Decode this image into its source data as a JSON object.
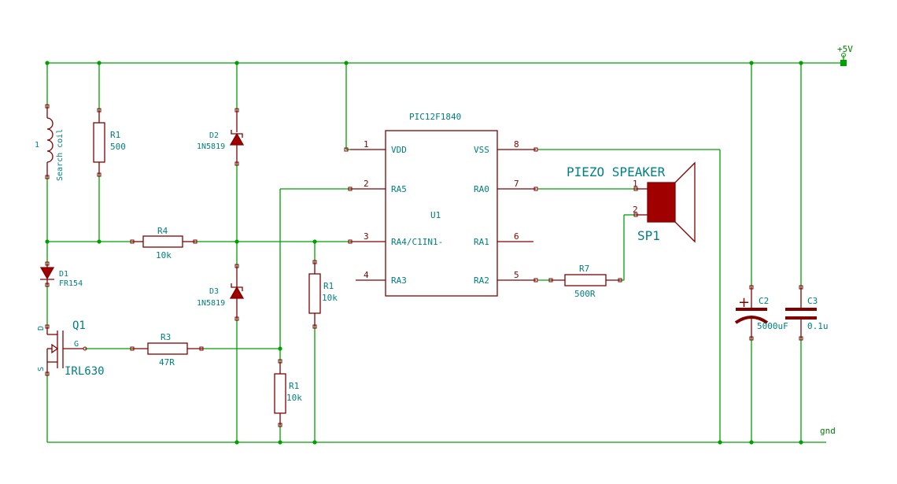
{
  "net_labels": {
    "vcc": "+5V",
    "gnd": "gnd"
  },
  "coil": {
    "ref": "1",
    "value": "Search coil"
  },
  "r1_top": {
    "ref": "R1",
    "value": "500"
  },
  "r4": {
    "ref": "R4",
    "value": "10k"
  },
  "d1": {
    "ref": "D1",
    "value": "FR154"
  },
  "d2": {
    "ref": "D2",
    "value": "1N5819"
  },
  "d3": {
    "ref": "D3",
    "value": "1N5819"
  },
  "q1": {
    "ref": "Q1",
    "value": "IRL630",
    "pin_d": "D",
    "pin_g": "G",
    "pin_s": "S"
  },
  "r3": {
    "ref": "R3",
    "value": "47R"
  },
  "r1_mid": {
    "ref": "R1",
    "value": "10k"
  },
  "r1_low": {
    "ref": "R1",
    "value": "10k"
  },
  "u1": {
    "part": "PIC12F1840",
    "ref": "U1",
    "pins_left": [
      {
        "num": "1",
        "name": "VDD"
      },
      {
        "num": "2",
        "name": "RA5"
      },
      {
        "num": "3",
        "name": "RA4/C1IN1-"
      },
      {
        "num": "4",
        "name": "RA3"
      }
    ],
    "pins_right": [
      {
        "num": "8",
        "name": "VSS"
      },
      {
        "num": "7",
        "name": "RA0"
      },
      {
        "num": "6",
        "name": "RA1"
      },
      {
        "num": "5",
        "name": "RA2"
      }
    ]
  },
  "speaker": {
    "title": "PIEZO SPEAKER",
    "ref": "SP1",
    "pin1": "1",
    "pin2": "2"
  },
  "r7": {
    "ref": "R7",
    "value": "500R"
  },
  "c2": {
    "ref": "C2",
    "value": "5000uF"
  },
  "c3": {
    "ref": "C3",
    "value": "0.1u"
  }
}
